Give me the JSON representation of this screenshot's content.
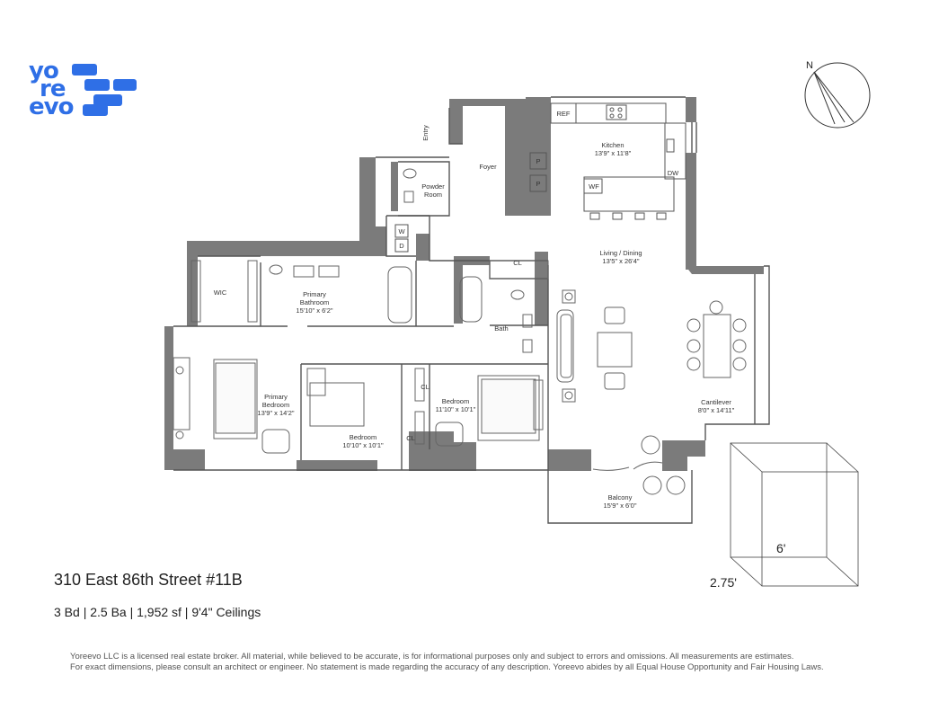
{
  "brand": {
    "logo_lines": [
      "yo",
      "re",
      "evo"
    ],
    "color": "#2f6fe6"
  },
  "compass": {
    "north_label": "N"
  },
  "rooms": {
    "entry": "Entry",
    "foyer": "Foyer",
    "powder_room": [
      "Powder",
      "Room"
    ],
    "washer": "W",
    "dryer": "D",
    "ref": "REF",
    "pantry_1": "P",
    "pantry_2": "P",
    "kitchen": {
      "name": "Kitchen",
      "dims": "13'9\" x 11'8\""
    },
    "dw": "DW",
    "wf": "WF",
    "living": {
      "name": "Living / Dining",
      "dims": "13'5\" x 26'4\""
    },
    "wic": "WIC",
    "primary_bath": {
      "name_1": "Primary",
      "name_2": "Bathroom",
      "dims": "15'10\" x 6'2\""
    },
    "bath": "Bath",
    "cl_top": "CL",
    "cl_mid": "CL",
    "cl_low": "CL",
    "primary_bedroom": {
      "name_1": "Primary",
      "name_2": "Bedroom",
      "dims": "13'9\" x 14'2\""
    },
    "bedroom_2": {
      "name": "Bedroom",
      "dims": "10'10\" x 10'1\""
    },
    "bedroom_3": {
      "name": "Bedroom",
      "dims": "11'10\" x 10'1\""
    },
    "cantilever": {
      "name": "Cantilever",
      "dims": "8'0\" x 14'11\""
    },
    "balcony": {
      "name": "Balcony",
      "dims": "15'9\" x 6'0\""
    }
  },
  "ceiling_diagram": {
    "height_label": "6'",
    "width_label": "2.75'"
  },
  "listing": {
    "address": "310 East 86th Street #11B",
    "stats": "3 Bd |  2.5 Ba | 1,952 sf | 9'4\" Ceilings"
  },
  "disclaimer": {
    "line_1": "Yoreevo LLC is a licensed real estate broker. All material, while believed to be accurate, is for informational purposes only and subject to errors and omissions. All measurements are estimates.",
    "line_2": "For exact dimensions, please consult an architect or engineer. No statement is made regarding the accuracy of any description. Yoreevo abides by all Equal House Opportunity and Fair Housing Laws."
  }
}
